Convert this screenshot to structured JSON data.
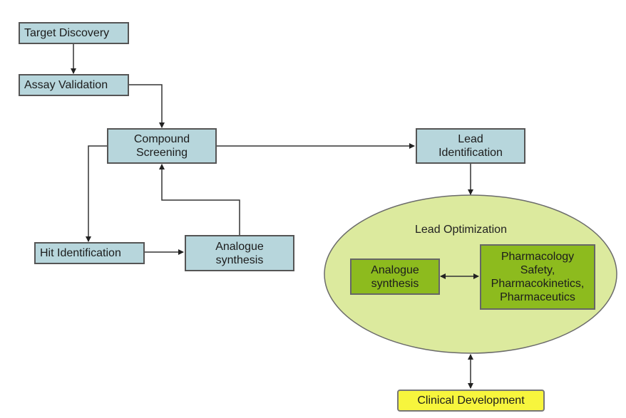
{
  "diagram": {
    "nodes": {
      "target_discovery": "Target Discovery",
      "assay_validation": "Assay Validation",
      "compound_screening": [
        "Compound",
        "Screening"
      ],
      "hit_identification": "Hit Identification",
      "analogue_synthesis_outer": [
        "Analogue",
        "synthesis"
      ],
      "lead_identification": [
        "Lead",
        "Identification"
      ],
      "lead_optimization": "Lead Optimization",
      "analogue_synthesis_inner": [
        "Analogue",
        "synthesis"
      ],
      "pharmacology": [
        "Pharmacology",
        "Safety,",
        "Pharmacokinetics,",
        "Pharmaceutics"
      ],
      "clinical_development": "Clinical Development"
    },
    "edges": [
      {
        "from": "Target Discovery",
        "to": "Assay Validation",
        "type": "arrow"
      },
      {
        "from": "Assay Validation",
        "to": "Compound Screening",
        "type": "arrow"
      },
      {
        "from": "Compound Screening",
        "to": "Lead Identification",
        "type": "arrow"
      },
      {
        "from": "Compound Screening",
        "to": "Hit Identification",
        "type": "arrow"
      },
      {
        "from": "Hit Identification",
        "to": "Analogue synthesis",
        "type": "arrow"
      },
      {
        "from": "Analogue synthesis",
        "to": "Compound Screening",
        "type": "arrow"
      },
      {
        "from": "Lead Identification",
        "to": "Lead Optimization",
        "type": "arrow"
      },
      {
        "from": "Analogue synthesis (inner)",
        "to": "Pharmacology Safety, Pharmacokinetics, Pharmaceutics",
        "type": "bidirectional"
      },
      {
        "from": "Lead Optimization",
        "to": "Clinical Development",
        "type": "bidirectional"
      }
    ],
    "colors": {
      "blue_box": "#b7d6dc",
      "green_box": "#8dbb1e",
      "ellipse": "#dcea9e",
      "yellow_box": "#f7f53d"
    }
  }
}
